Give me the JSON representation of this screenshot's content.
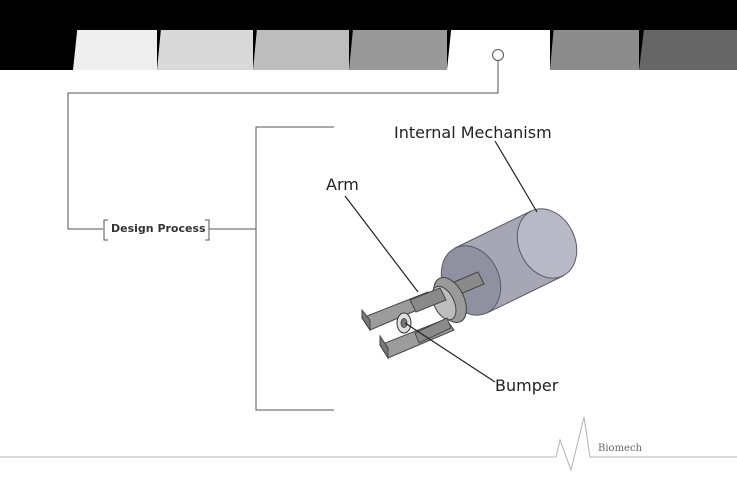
{
  "header": {
    "tabs": [
      {
        "color": "#eeeeee"
      },
      {
        "color": "#d9d9d9"
      },
      {
        "color": "#bdbdbd"
      },
      {
        "color": "#999999"
      },
      {
        "color": "#ffffff",
        "active": true
      },
      {
        "color": "#8c8c8c"
      },
      {
        "color": "#666666"
      }
    ]
  },
  "diagram": {
    "section_label": "Design Process",
    "callouts": {
      "internal_mechanism": "Internal Mechanism",
      "arm": "Arm",
      "bumper": "Bumper"
    }
  },
  "footer": {
    "brand": "Biomech"
  }
}
